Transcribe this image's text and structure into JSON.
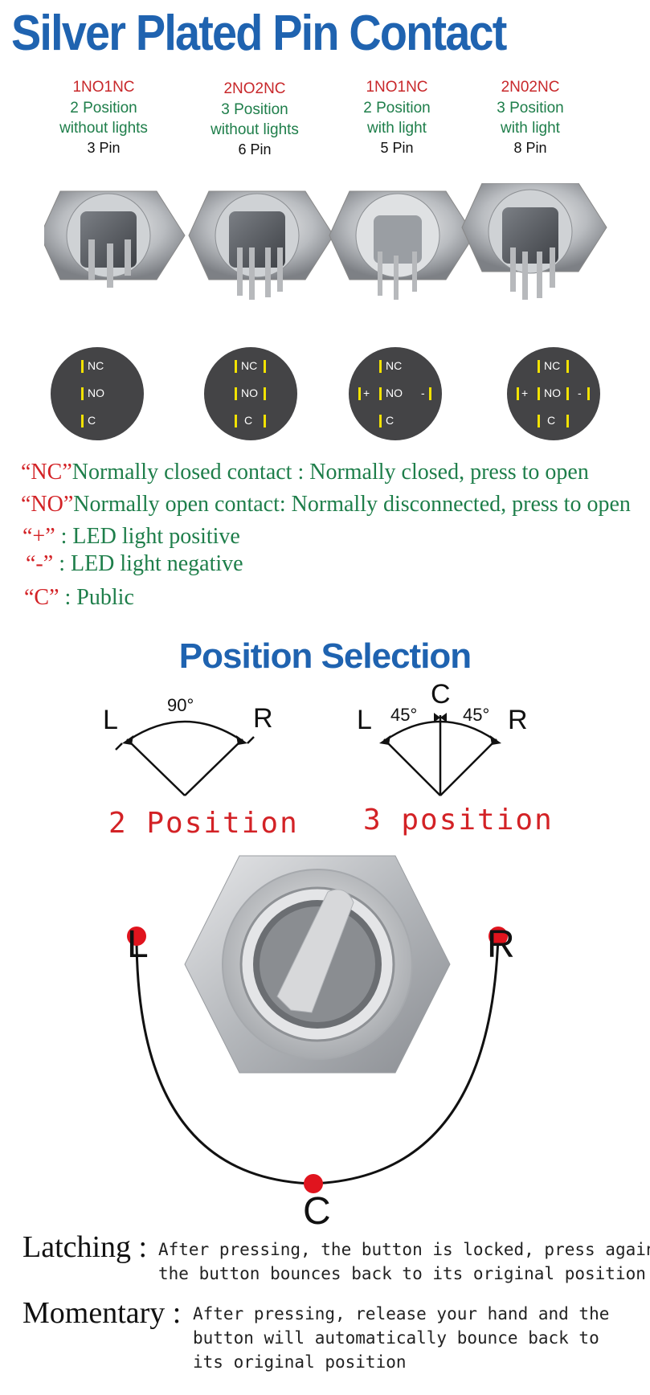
{
  "title": "Silver Plated Pin Contact",
  "variants": [
    {
      "code": "1NO1NC",
      "position": "2 Position",
      "lights": "without lights",
      "pins": "3 Pin",
      "diagram": {
        "nc": "NC",
        "no": "NO",
        "c": "C",
        "plus": "",
        "minus": ""
      }
    },
    {
      "code": "2NO2NC",
      "position": "3 Position",
      "lights": "without lights",
      "pins": "6 Pin",
      "diagram": {
        "nc": "NC",
        "no": "NO",
        "c": "C",
        "plus": "",
        "minus": ""
      }
    },
    {
      "code": "1NO1NC",
      "position": "2 Position",
      "lights": "with light",
      "pins": "5 Pin",
      "diagram": {
        "nc": "NC",
        "no": "NO",
        "c": "C",
        "plus": "+",
        "minus": "-"
      }
    },
    {
      "code": "2N02NC",
      "position": "3 Position",
      "lights": "with light",
      "pins": "8 Pin",
      "diagram": {
        "nc": "NC",
        "no": "NO",
        "c": "C",
        "plus": "+",
        "minus": "-"
      }
    }
  ],
  "legend": [
    {
      "key": "“NC”",
      "text": "Normally closed contact : Normally closed, press to open"
    },
    {
      "key": "“NO”",
      "text": "Normally open contact:  Normally disconnected, press to open"
    },
    {
      "key": "“+”",
      "text": " :  LED light positive"
    },
    {
      "key": "“-”",
      "text": " :  LED light negative"
    },
    {
      "key": "“C”",
      "text": " :  Public"
    }
  ],
  "position_selection": {
    "title": "Position Selection",
    "two": {
      "left": "L",
      "right": "R",
      "angle": "90°",
      "label": "2 Position"
    },
    "three": {
      "left": "L",
      "center": "C",
      "right": "R",
      "angle_left": "45°",
      "angle_right": "45°",
      "label": "3 position"
    }
  },
  "rotary": {
    "left": "L",
    "right": "R",
    "center": "C",
    "dot_color": "#e0141e"
  },
  "modes": [
    {
      "name": "Latching :",
      "lines": [
        "After pressing, the button is locked, press again,",
        "the button bounces back to its original position"
      ]
    },
    {
      "name": "Momentary :",
      "lines": [
        "After pressing, release your hand and the",
        "button will automatically bounce back to",
        "its original position"
      ]
    }
  ],
  "colors": {
    "title_blue": "#1f63b0",
    "red": "#c8282b",
    "green": "#1e7e4a"
  }
}
